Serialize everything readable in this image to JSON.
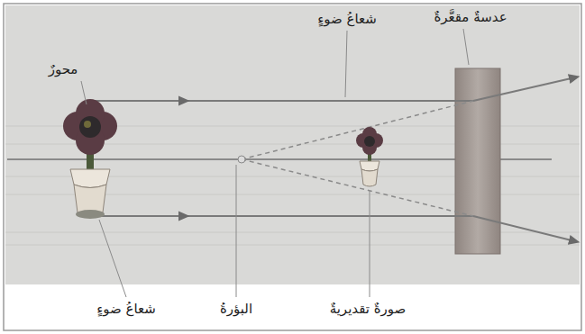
{
  "diagram": {
    "labels": [
      "عدسةٌ مقعَّرةٌ",
      "شعاعُ ضوءٍ",
      "محورٌ",
      "صورةٌ تقديريةٌ",
      "البؤرةُ",
      "شعاعُ ضوءٍ"
    ]
  }
}
